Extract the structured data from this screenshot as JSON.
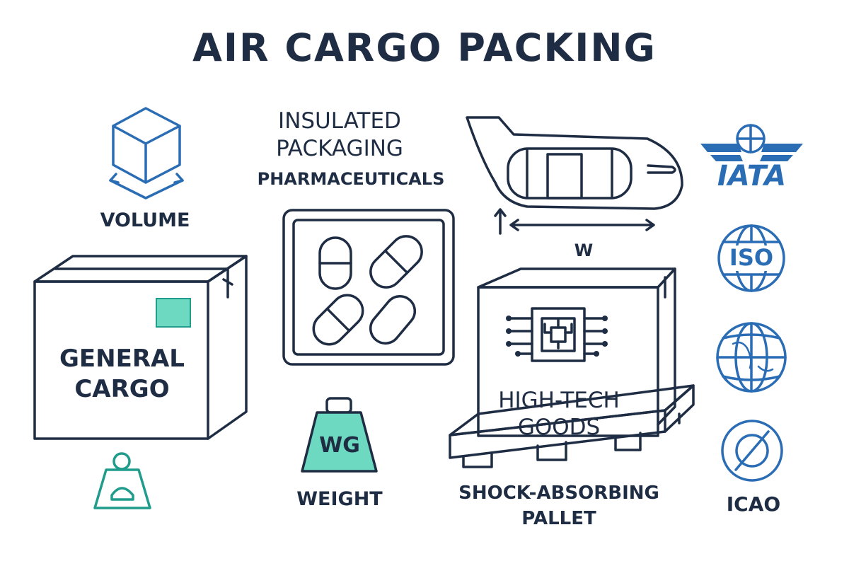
{
  "title": "AIR CARGO PACKING",
  "labels": {
    "volume": "VOLUME",
    "insulated": "INSULATED",
    "packaging": "PACKAGING",
    "pharmaceuticals": "PHARMACEUTICALS",
    "dimension_w": "W",
    "general": "GENERAL",
    "cargo": "CARGO",
    "weight_tag": "WG",
    "weight": "WEIGHT",
    "high_tech": "HIGH-TECH",
    "goods": "GOODS",
    "shock_absorbing": "SHOCK-ABSORBING",
    "pallet": "PALLET",
    "iata": "IATA",
    "iso": "ISO",
    "icao": "ICAO"
  },
  "colors": {
    "navy": "#1f2d44",
    "blue": "#2a6db5",
    "teal": "#1f9c8b",
    "mint": "#6dd9c0"
  }
}
